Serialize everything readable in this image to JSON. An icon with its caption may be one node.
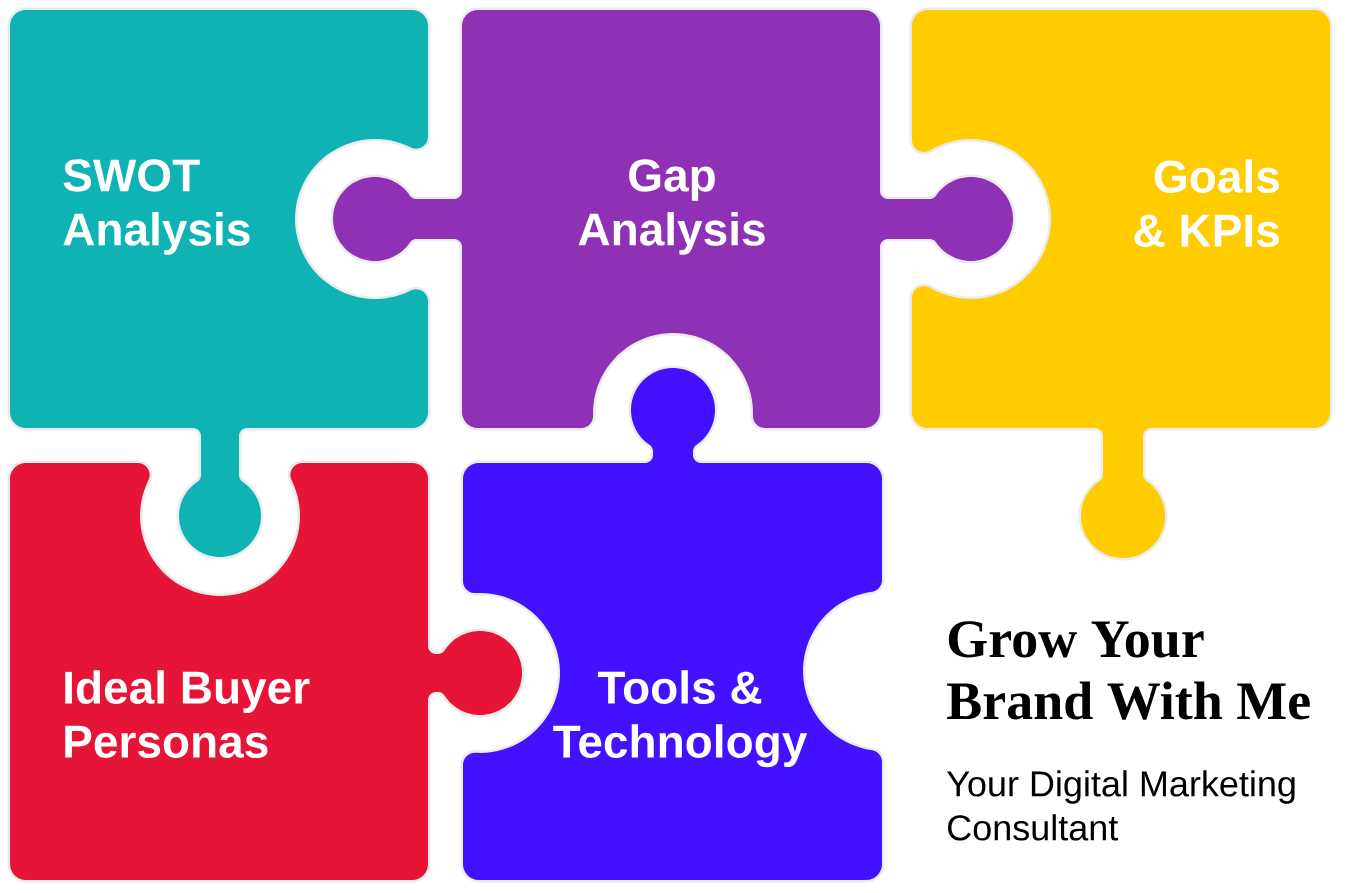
{
  "diagram": {
    "title": "Grow Your Brand With Me",
    "nodes": [
      {
        "text": [
          "SWOT Analysis"
        ]
      },
      {
        "text": [
          "Gap Analysis"
        ]
      },
      {
        "text": [
          "Goals & KPIs"
        ]
      },
      {
        "text": [
          "Ideal Buyer Personas"
        ]
      },
      {
        "text": [
          "Tools & Technology"
        ]
      }
    ],
    "labels": [
      "Your Digital Marketing Consultant"
    ]
  }
}
